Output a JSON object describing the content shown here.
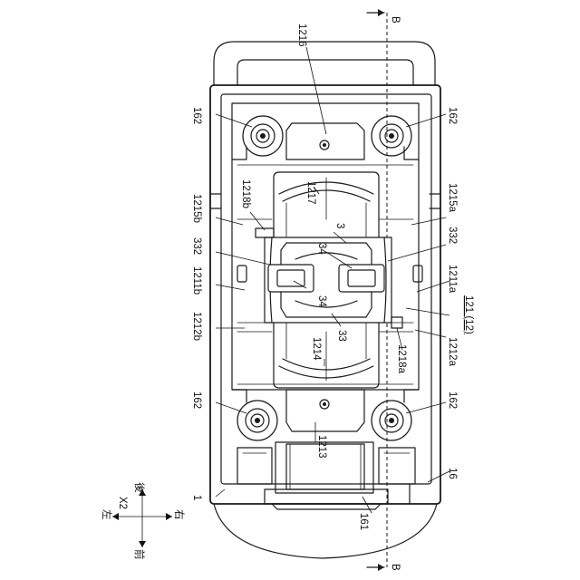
{
  "figure": {
    "section_marker": "B",
    "labels": {
      "l1216": "1216",
      "l162_tl": "162",
      "l162_tr": "162",
      "l162_bl": "162",
      "l162_br": "162",
      "l1218b": "1218b",
      "l1217": "1217",
      "l1215b": "1215b",
      "l1215a": "1215a",
      "l3": "3",
      "l332_l": "332",
      "l332_r": "332",
      "l34_top": "34",
      "l34_bot": "34",
      "l1211b": "1211b",
      "l1211a": "1211a",
      "l121_12": "121 (12)",
      "l33": "33",
      "l1212b": "1212b",
      "l1212a": "1212a",
      "l1214": "1214",
      "l1218a": "1218a",
      "l1213": "1213",
      "l16": "16",
      "l1": "1",
      "l161": "161"
    },
    "compass": {
      "axis": "X2",
      "back": "後",
      "front": "前",
      "left": "左",
      "right": "右"
    }
  }
}
